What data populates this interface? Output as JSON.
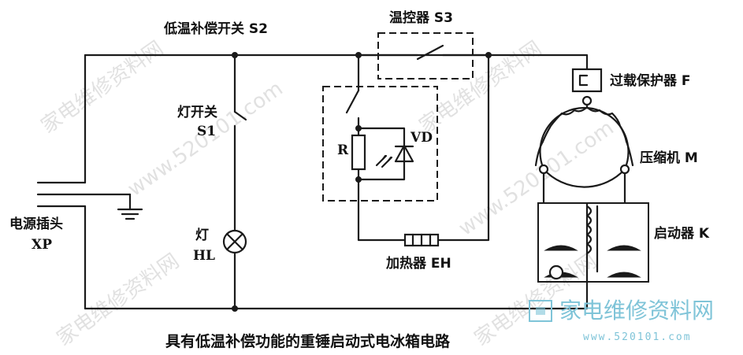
{
  "labels": {
    "s2": "低温补偿开关 S2",
    "s3": "温控器 S3",
    "f": "过载保护器 F",
    "lamp_switch_1": "灯开关",
    "lamp_switch_2": "S1",
    "r": "R",
    "vd": "VD",
    "m": "压缩机 M",
    "plug_1": "电源插头",
    "plug_2": "XP",
    "lamp_1": "灯",
    "lamp_2": "HL",
    "k": "启动器 K",
    "eh": "加热器 EH"
  },
  "caption": "具有低温补偿功能的重锤启动式电冰箱电路",
  "watermark": {
    "text_cn": "家电维修资料网",
    "text_url": "www.520101.com"
  },
  "logo": {
    "name": "家电维修资料网",
    "url": "www.520101.com"
  }
}
